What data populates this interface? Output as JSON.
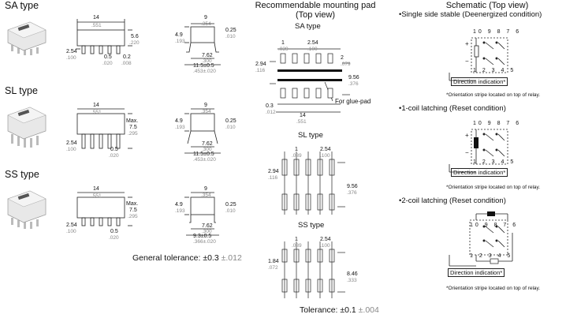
{
  "types": [
    {
      "name": "SA type",
      "dims": {
        "len": "14",
        "len_in": ".551",
        "h": "5.6",
        "h_in": ".220",
        "pitch": "2.54",
        "pitch_in": ".100",
        "pin": "0.5",
        "pin_in": ".020",
        "pin2": "0.2",
        "pin2_in": ".008",
        "w": "9",
        "w_in": ".354",
        "side": "4.9",
        "side_in": ".193",
        "lead": "0.25",
        "lead_in": ".010",
        "span": "7.62",
        "span_in": ".300",
        "tot": "11.5±0.5",
        "tot_in": ".453±.020"
      }
    },
    {
      "name": "SL type",
      "dims": {
        "len": "14",
        "len_in": ".551",
        "h_label": "Max.",
        "h": "7.5",
        "h_in": ".295",
        "pitch": "2.54",
        "pitch_in": ".100",
        "pin": "0.5",
        "pin_in": ".020",
        "w": "9",
        "w_in": ".354",
        "side": "4.9",
        "side_in": ".193",
        "lead": "0.25",
        "lead_in": ".010",
        "span": "7.62",
        "span_in": ".300",
        "tot": "11.5±0.5",
        "tot_in": ".453±.020"
      }
    },
    {
      "name": "SS type",
      "dims": {
        "len": "14",
        "len_in": ".551",
        "h_label": "Max.",
        "h": "7.5",
        "h_in": ".295",
        "pitch": "2.54",
        "pitch_in": ".100",
        "pin": "0.5",
        "pin_in": ".020",
        "w": "9",
        "w_in": ".354",
        "side": "4.9",
        "side_in": ".193",
        "lead": "0.25",
        "lead_in": ".010",
        "span": "7.62",
        "span_in": ".300",
        "tot": "9.3±0.5",
        "tot_in": ".366±.020"
      }
    }
  ],
  "general_tolerance": {
    "label": "General tolerance:",
    "mm": "±0.3",
    "in": "±.012"
  },
  "pad": {
    "title": "Recommendable mounting pad",
    "subtitle": "(Top view)",
    "sa": {
      "name": "SA type",
      "d1": "1",
      "d1_in": ".039",
      "d2": "2.54",
      "d2_in": ".100",
      "d3": "2.94",
      "d3_in": ".116",
      "d4": "2",
      "d4_in": ".079",
      "d5": "9.56",
      "d5_in": ".376",
      "d6": "0.3",
      "d6_in": ".012",
      "d7": "14",
      "d7_in": ".551",
      "glue": "For glue-pad"
    },
    "sl": {
      "name": "SL type",
      "d1": "1",
      "d1_in": ".039",
      "d2": "2.54",
      "d2_in": ".100",
      "d3": "2.94",
      "d3_in": ".116",
      "d5": "9.56",
      "d5_in": ".376"
    },
    "ss": {
      "name": "SS type",
      "d1": "1",
      "d1_in": ".039",
      "d2": "2.54",
      "d2_in": ".100",
      "d3": "1.84",
      "d3_in": ".072",
      "d5": "8.46",
      "d5_in": ".333"
    },
    "tolerance": {
      "label": "Tolerance:",
      "mm": "±0.1",
      "in": "±.004"
    }
  },
  "schematic": {
    "title": "Schematic (Top view)",
    "blocks": [
      {
        "heading": "•Single side stable (Deenergized condition)",
        "top_pins": "10 9 8 7 6",
        "bot_pins": "1 2 3 4 5",
        "dir": "Direction indication*",
        "note": "*Orientation stripe located on top of relay."
      },
      {
        "heading": "•1-coil latching (Reset condition)",
        "top_pins": "10 9 8 7 6",
        "bot_pins": "1 2 3 4 5",
        "dir": "Direction indication*",
        "note": "*Orientation stripe located on top of relay."
      },
      {
        "heading": "•2-coil latching (Reset condition)",
        "top_pins": "10 9 8 7 6",
        "bot_pins": "1 2 3 4 5",
        "dir": "Direction indication*",
        "note": "*Orientation stripe located on top of relay."
      }
    ]
  }
}
